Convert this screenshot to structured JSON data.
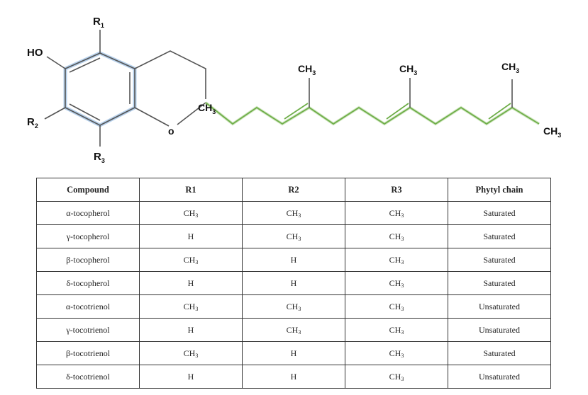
{
  "labels": {
    "r1": "R",
    "r1_sub": "1",
    "r2": "R",
    "r2_sub": "2",
    "r3": "R",
    "r3_sub": "3",
    "ho": "HO",
    "o": "o",
    "ch3": "CH",
    "ch3_sub": "3"
  },
  "table": {
    "headers": [
      "Compound",
      "R1",
      "R2",
      "R3",
      "Phytyl chain"
    ],
    "rows": [
      [
        "α-tocopherol",
        "CH3",
        "CH3",
        "CH3",
        "Saturated"
      ],
      [
        "γ-tocopherol",
        "H",
        "CH3",
        "CH3",
        "Saturated"
      ],
      [
        "β-tocopherol",
        "CH3",
        "H",
        "CH3",
        "Saturated"
      ],
      [
        "δ-tocopherol",
        "H",
        "H",
        "CH3",
        "Saturated"
      ],
      [
        "α-tocotrienol",
        "CH3",
        "CH3",
        "CH3",
        "Unsaturated"
      ],
      [
        "γ-tocotrienol",
        "H",
        "CH3",
        "CH3",
        "Unsaturated"
      ],
      [
        "β-tocotrienol",
        "CH3",
        "H",
        "CH3",
        "Saturated"
      ],
      [
        "δ-tocotrienol",
        "H",
        "H",
        "CH3",
        "Unsaturated"
      ]
    ]
  },
  "colors": {
    "ring_highlight": "#a9c8e8",
    "chain_highlight": "#6fae4a"
  }
}
